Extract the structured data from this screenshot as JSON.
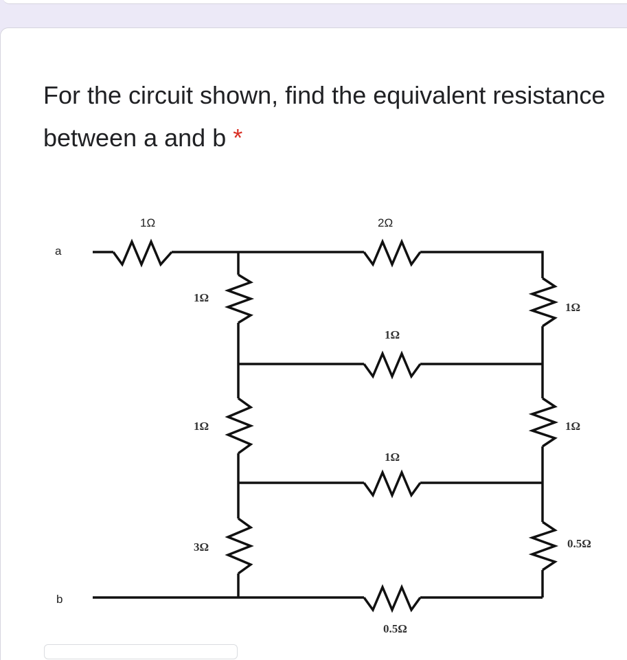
{
  "question": {
    "text": "For the circuit shown, find the equivalent resistance between a and b",
    "required_mark": "*"
  },
  "circuit": {
    "node_a": "a",
    "node_b": "b",
    "top_left": "1Ω",
    "top_middle": "2Ω",
    "left_upper": "1Ω",
    "left_middle": "1Ω",
    "left_lower": "3Ω",
    "right_upper": "1Ω",
    "right_middle": "1Ω",
    "right_lower": "0.5Ω",
    "middle_upper": "1Ω",
    "middle_lower": "1Ω",
    "bottom": "0.5Ω"
  },
  "colors": {
    "background": "#ece9f7",
    "required": "#d93025"
  }
}
